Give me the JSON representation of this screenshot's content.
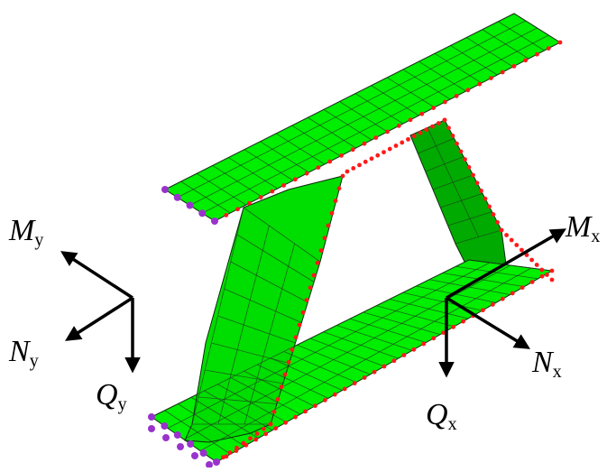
{
  "figure": {
    "colors": {
      "flange": "#00ee00",
      "web_front": "#00dd00",
      "web_back": "#00aa00",
      "mesh": "#1f3d1f",
      "free_edge_node": "#ff1a1a",
      "fixed_node": "#9933cc",
      "arrow": "#000000"
    },
    "left_section": {
      "moment": {
        "symbol": "M",
        "subscript": "y"
      },
      "normal": {
        "symbol": "N",
        "subscript": "y"
      },
      "shear": {
        "symbol": "Q",
        "subscript": "y"
      }
    },
    "right_section": {
      "moment": {
        "symbol": "M",
        "subscript": "x"
      },
      "normal": {
        "symbol": "N",
        "subscript": "x"
      },
      "shear": {
        "symbol": "Q",
        "subscript": "x"
      }
    }
  }
}
